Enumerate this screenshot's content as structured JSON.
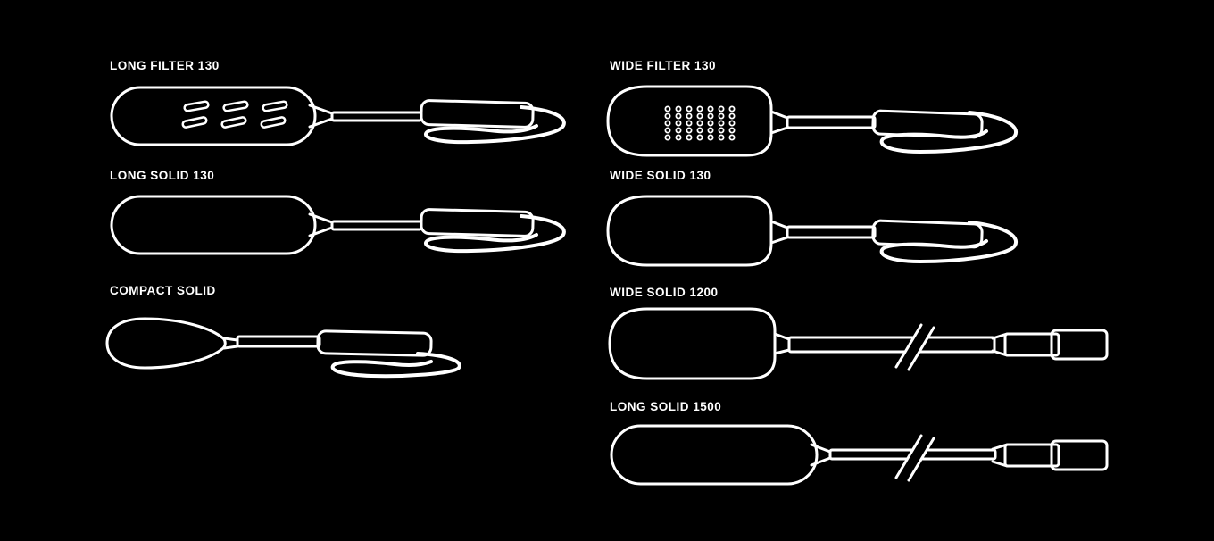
{
  "colors": {
    "background": "#000000",
    "line": "#ffffff",
    "text": "#ffffff"
  },
  "products": [
    {
      "id": "long-filter-130",
      "label": "LONG FILTER 130"
    },
    {
      "id": "wide-filter-130",
      "label": "WIDE FILTER 130"
    },
    {
      "id": "long-solid-130",
      "label": "LONG SOLID 130"
    },
    {
      "id": "wide-solid-130",
      "label": "WIDE SOLID 130"
    },
    {
      "id": "compact-solid",
      "label": "COMPACT SOLID"
    },
    {
      "id": "wide-solid-1200",
      "label": "WIDE SOLID 1200"
    },
    {
      "id": "long-solid-1500",
      "label": "LONG SOLID 1500"
    }
  ]
}
